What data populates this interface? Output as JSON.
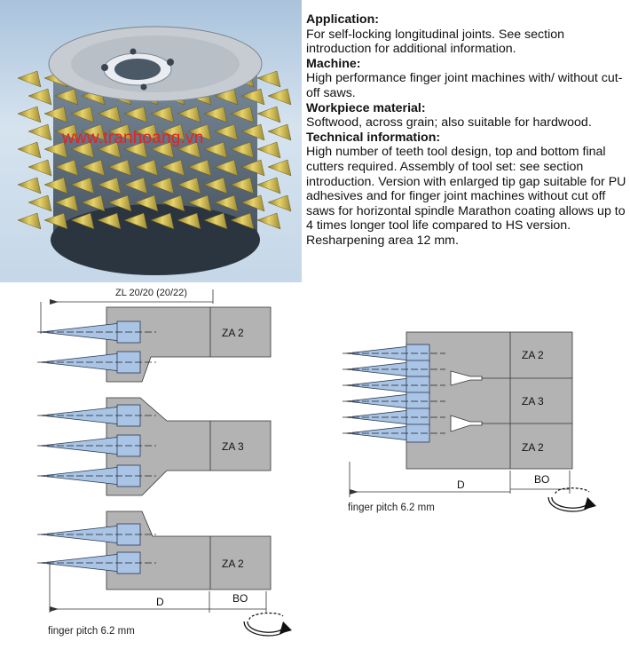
{
  "watermark": "www.tranhoang.vn",
  "description": {
    "application_heading": "Application:",
    "application_text": "For self-locking longitudinal joints. See section introduction for additional information.",
    "machine_heading": "Machine:",
    "machine_text": "High performance finger joint machines with/ without cut-off saws.",
    "workpiece_heading": "Workpiece material:",
    "workpiece_text": "Softwood, across grain; also suitable for hardwood.",
    "technical_heading": "Technical information:",
    "technical_text": "High number of teeth tool design, top and bottom final cutters required. Assembly of tool set: see section introduction. Version with enlarged tip gap suitable for PU adhesives and for finger joint machines without cut off saws for horizontal spindle Marathon coating allows up to 4 times longer tool life compared to HS version. Resharpening area 12 mm."
  },
  "diagram_left": {
    "dimension_top": "ZL 20/20 (20/22)",
    "segment_labels": [
      "ZA 2",
      "ZA 3",
      "ZA 2"
    ],
    "dimension_d": "D",
    "dimension_bo": "BO",
    "caption": "finger pitch 6.2 mm"
  },
  "diagram_right": {
    "segment_labels": [
      "ZA 2",
      "ZA 3",
      "ZA 2"
    ],
    "dimension_d": "D",
    "dimension_bo": "BO",
    "caption": "finger pitch 6.2 mm"
  },
  "colors": {
    "body_gray": "#b3b3b3",
    "tooth_blue": "#a9c4e4",
    "outline": "#333333",
    "watermark_red": "#e52222"
  }
}
